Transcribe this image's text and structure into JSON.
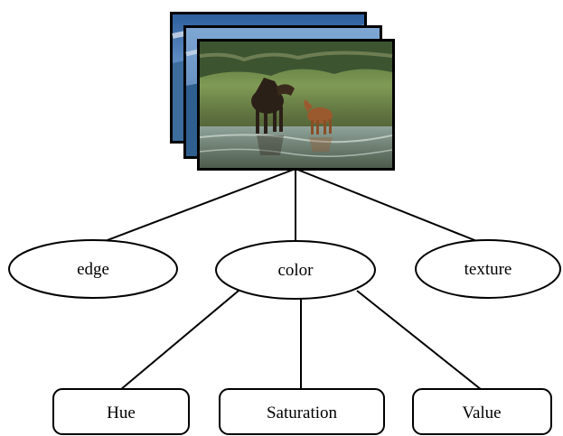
{
  "image_stack": {
    "description_icon": "photo-stack-icon",
    "count": 3
  },
  "features": [
    {
      "id": "edge",
      "label": "edge"
    },
    {
      "id": "color",
      "label": "color"
    },
    {
      "id": "texture",
      "label": "texture"
    }
  ],
  "color_components": [
    {
      "id": "hue",
      "label": "Hue"
    },
    {
      "id": "saturation",
      "label": "Saturation"
    },
    {
      "id": "value",
      "label": "Value"
    }
  ]
}
